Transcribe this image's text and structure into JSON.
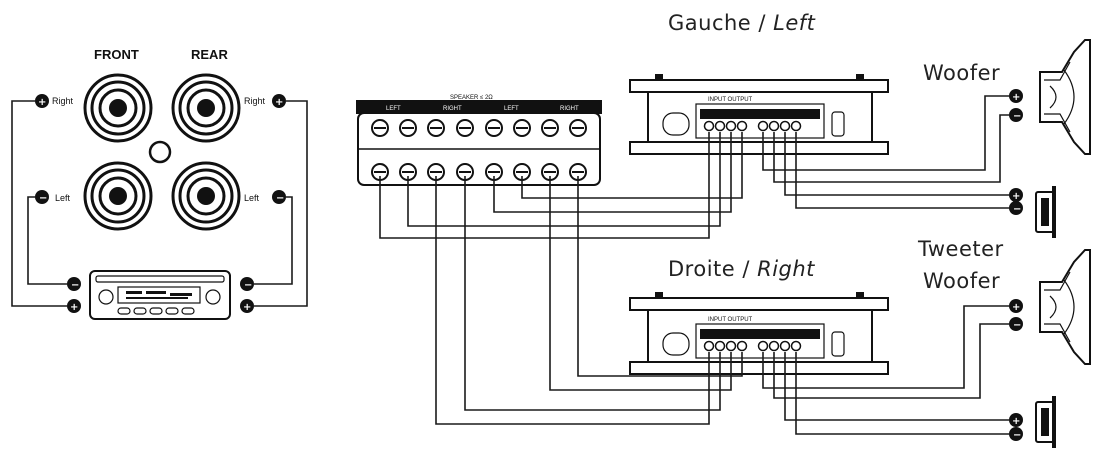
{
  "headunit": {
    "front_label": "FRONT",
    "rear_label": "REAR",
    "right_label": "Right",
    "left_label": "Left"
  },
  "distribution_block": {
    "header_text": "SPEAKER ≤ 2Ω",
    "channel_left": "LEFT",
    "channel_right": "RIGHT"
  },
  "crossovers": [
    {
      "title_main": "Gauche / ",
      "title_italic": "Left",
      "io_label": "INPUT OUTPUT"
    },
    {
      "title_main": "Droite / ",
      "title_italic": "Right",
      "io_label": "INPUT OUTPUT"
    }
  ],
  "speakers": {
    "woofer_label": "Woofer",
    "tweeter_label": "Tweeter"
  },
  "colors": {
    "ink": "#111111",
    "wire": "#1a1a1a",
    "background": "#ffffff"
  }
}
